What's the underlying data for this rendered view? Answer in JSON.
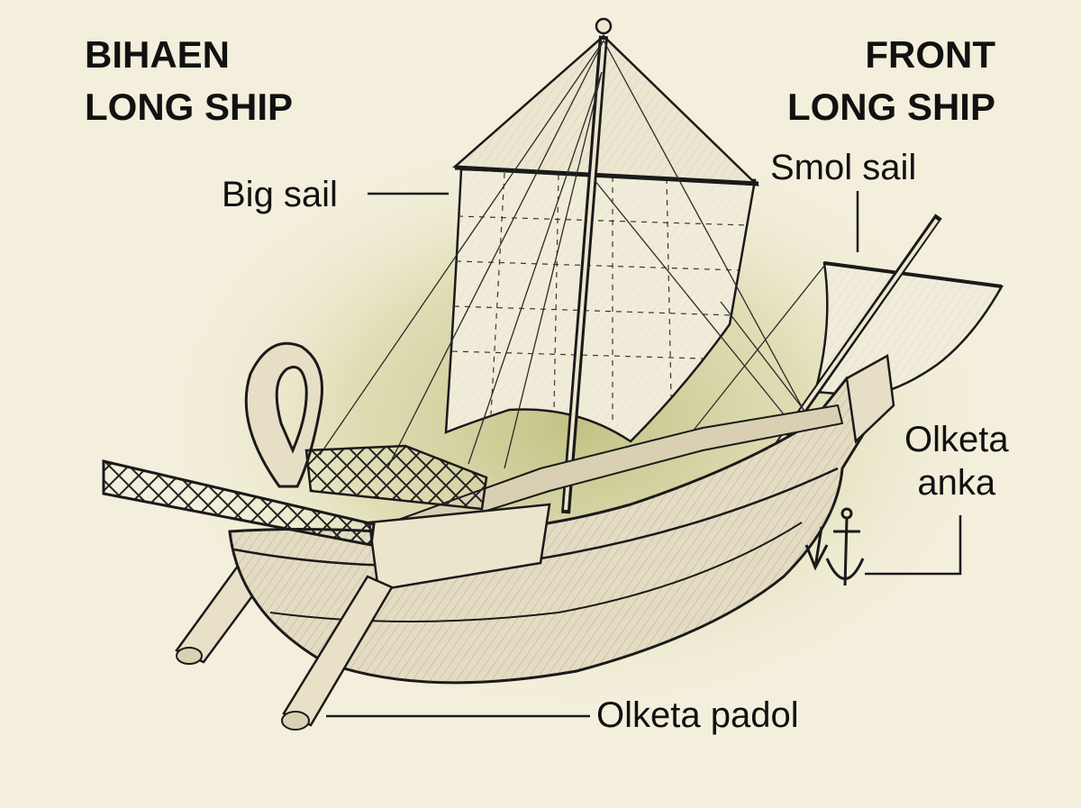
{
  "headings": {
    "rear": [
      "BIHAEN",
      "LONG SHIP"
    ],
    "front": [
      "FRONT",
      "LONG SHIP"
    ]
  },
  "labels": {
    "big_sail": "Big sail",
    "small_sail": "Smol sail",
    "anchors": [
      "Olketa",
      "anka"
    ],
    "oars": "Olketa padol"
  },
  "colors": {
    "paper": "#f3efdc",
    "glow": "#c9c88a",
    "ink": "#1a1a1a",
    "sail": "#f1ecda",
    "hull": "#e4dcc2"
  }
}
